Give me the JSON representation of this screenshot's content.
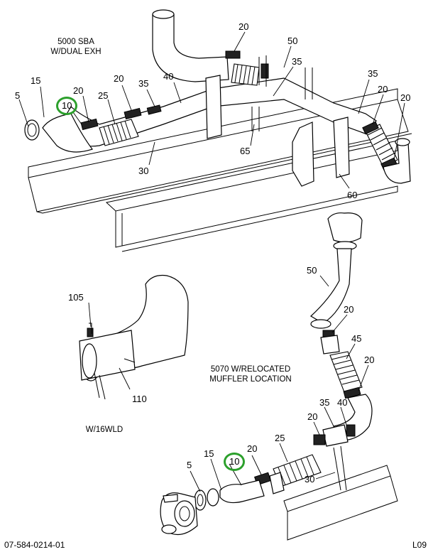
{
  "captions": {
    "top_config_line1": "5000 SBA",
    "top_config_line2": "W/DUAL EXH",
    "mid_config_line1": "5070 W/RELOCATED",
    "mid_config_line2": "MUFFLER LOCATION",
    "weld_note": "W/16WLD"
  },
  "callouts": {
    "top_5": "5",
    "top_15": "15",
    "top_10": "10",
    "top_20a": "20",
    "top_25": "25",
    "top_20b": "20",
    "top_35a": "35",
    "top_40": "40",
    "top_30": "30",
    "top_20c": "20",
    "top_50": "50",
    "top_35b": "35",
    "top_65": "65",
    "top_35c": "35",
    "top_20d": "20",
    "top_20e": "20",
    "top_60": "60",
    "mid_105": "105",
    "mid_110": "110",
    "right_50": "50",
    "right_20a": "20",
    "right_45": "45",
    "right_20b": "20",
    "right_35": "35",
    "right_40": "40",
    "right_20c": "20",
    "bot_25": "25",
    "bot_20": "20",
    "bot_10": "10",
    "bot_15": "15",
    "bot_5": "5",
    "bot_30": "30"
  },
  "highlight_color": "#2ca02c",
  "footer": {
    "doc_number": "07-584-0214-01",
    "page_code": "L09"
  }
}
